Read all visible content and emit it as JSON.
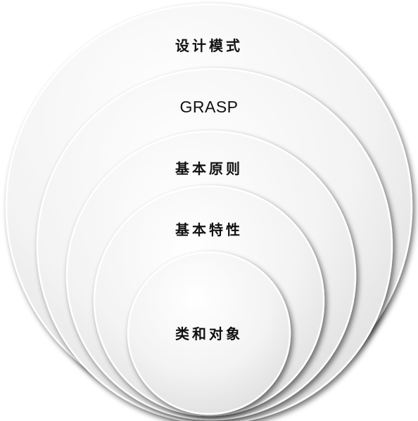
{
  "layers": [
    {
      "id": "design-patterns",
      "label": "设计模式"
    },
    {
      "id": "grasp",
      "label": "GRASP"
    },
    {
      "id": "basic-principles",
      "label": "基本原则"
    },
    {
      "id": "basic-characteristics",
      "label": "基本特性"
    },
    {
      "id": "classes-and-objects",
      "label": "类和对象"
    }
  ],
  "colors": {
    "ring_fill_light": "#fcfcfc",
    "ring_fill_dark": "#d6d6d6",
    "ring_outline": "#ffffff",
    "label_text": "#111111"
  }
}
